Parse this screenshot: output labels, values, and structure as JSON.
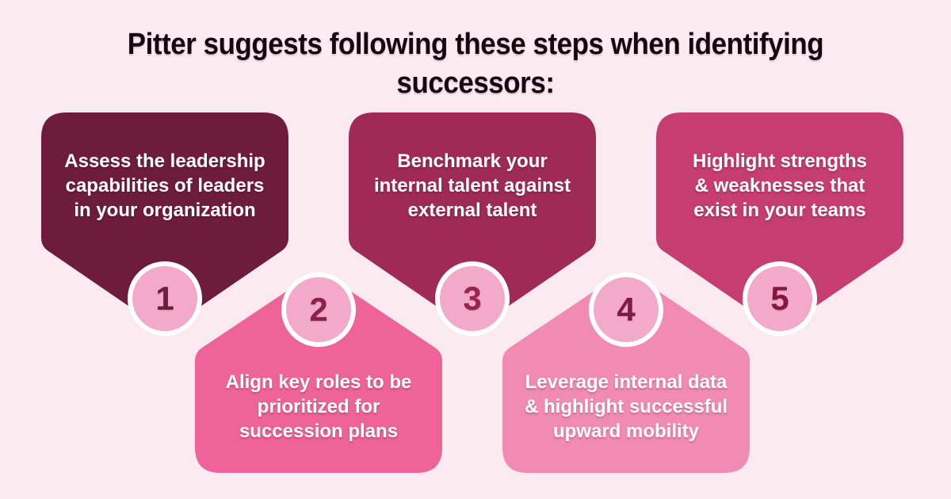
{
  "background_color": "#FCEAF1",
  "title": {
    "line1": "Pitter suggests following these steps when identifying",
    "line2": "successors:",
    "color": "#15090F"
  },
  "circle": {
    "fill": "#F3A9C9",
    "ring_color": "#FFFFFF"
  },
  "text_color": "#FFFFFF",
  "steps": [
    {
      "number": "1",
      "direction": "down",
      "shape_color": "#6E1C3B",
      "number_color": "#6E1C3B",
      "lines": [
        "Assess the leadership",
        "capabilities of leaders",
        "in your organization"
      ]
    },
    {
      "number": "2",
      "direction": "up",
      "shape_color": "#EE6398",
      "number_color": "#8C2149",
      "lines": [
        "Align key roles to be",
        "prioritized for",
        "succession plans"
      ]
    },
    {
      "number": "3",
      "direction": "down",
      "shape_color": "#9E2A55",
      "number_color": "#9A2450",
      "lines": [
        "Benchmark your",
        "internal talent against",
        "external talent"
      ]
    },
    {
      "number": "4",
      "direction": "up",
      "shape_color": "#F18BB4",
      "number_color": "#7C1B44",
      "lines": [
        "Leverage internal data",
        "& highlight successful",
        "upward mobility"
      ]
    },
    {
      "number": "5",
      "direction": "down",
      "shape_color": "#C53D71",
      "number_color": "#82183F",
      "lines": [
        "Highlight strengths",
        "& weaknesses that",
        "exist in your teams"
      ]
    }
  ]
}
